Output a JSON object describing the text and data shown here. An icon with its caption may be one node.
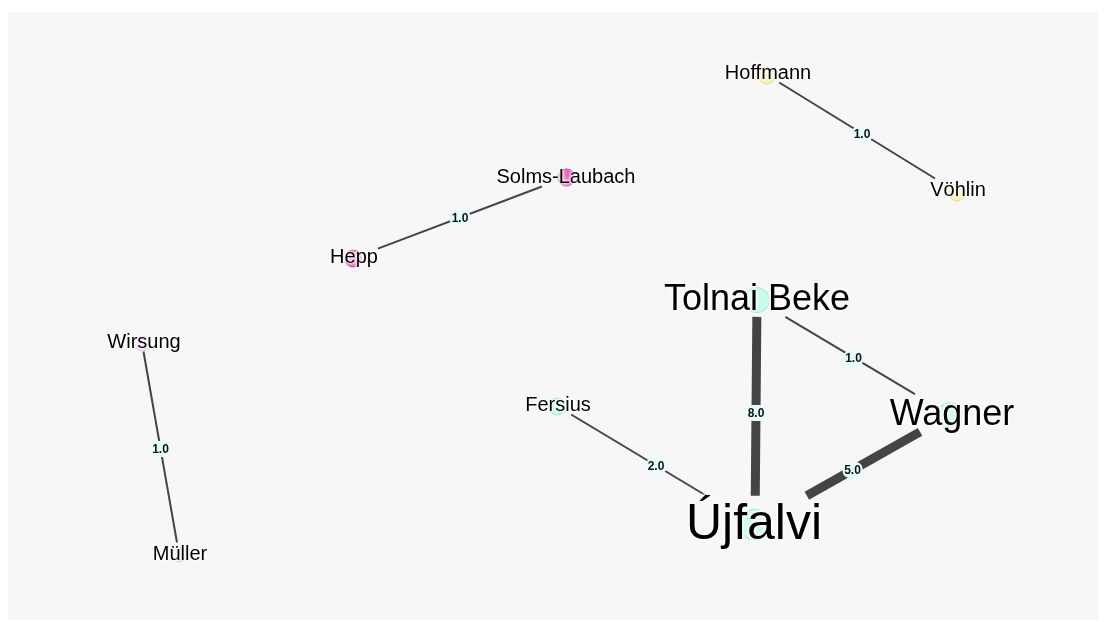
{
  "diagram": {
    "nodes": [
      {
        "text": [
          "Hoffmann"
        ]
      },
      {
        "text": [
          "Vöhlin"
        ]
      },
      {
        "text": [
          "Solms-Laubach"
        ]
      },
      {
        "text": [
          "Hepp"
        ]
      },
      {
        "text": [
          "Tolnai Beke"
        ]
      },
      {
        "text": [
          "Wirsung"
        ]
      },
      {
        "text": [
          "Fersius"
        ]
      },
      {
        "text": [
          "Wagner"
        ]
      },
      {
        "text": [
          "Újfalvi"
        ]
      },
      {
        "text": [
          "Müller"
        ]
      }
    ],
    "edges": [
      {
        "from": 0,
        "to": 1,
        "arrow": "none",
        "label": "1.0"
      },
      {
        "from": 2,
        "to": 3,
        "arrow": "none",
        "label": "1.0"
      },
      {
        "from": 4,
        "to": 7,
        "arrow": "none",
        "label": "1.0"
      },
      {
        "from": 4,
        "to": 8,
        "arrow": "none",
        "label": "8.0",
        "style": "thick"
      },
      {
        "from": 5,
        "to": 9,
        "arrow": "none",
        "label": "1.0"
      },
      {
        "from": 6,
        "to": 8,
        "arrow": "none",
        "label": "2.0"
      },
      {
        "from": 8,
        "to": 7,
        "arrow": "none",
        "label": "5.0",
        "style": "thick"
      }
    ]
  }
}
